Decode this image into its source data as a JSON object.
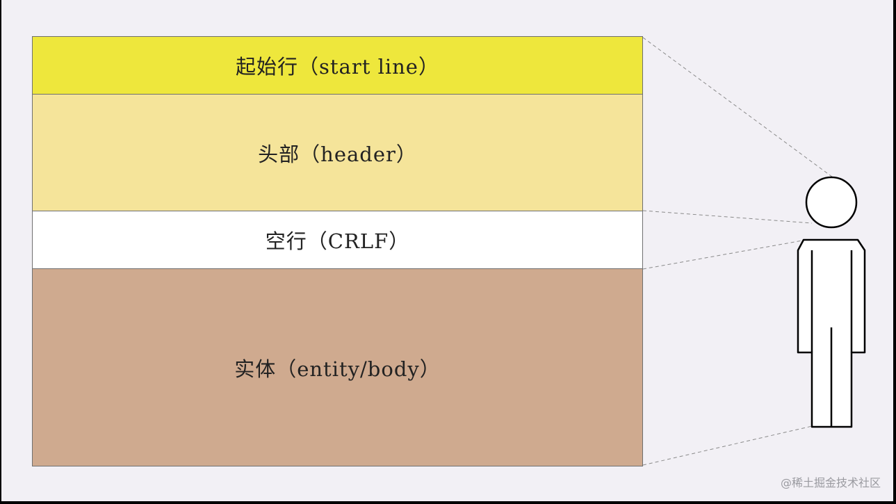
{
  "diagram": {
    "sections": [
      {
        "id": "start-line",
        "label": "起始行（start line）",
        "color": "#eee73c"
      },
      {
        "id": "header",
        "label": "头部（header）",
        "color": "#f5e49a"
      },
      {
        "id": "blank-line",
        "label": "空行（CRLF）",
        "color": "#ffffff"
      },
      {
        "id": "body",
        "label": "实体（entity/body）",
        "color": "#cfaa8f"
      }
    ],
    "figure_icon": "person-icon"
  },
  "watermark": "@稀土掘金技术社区"
}
